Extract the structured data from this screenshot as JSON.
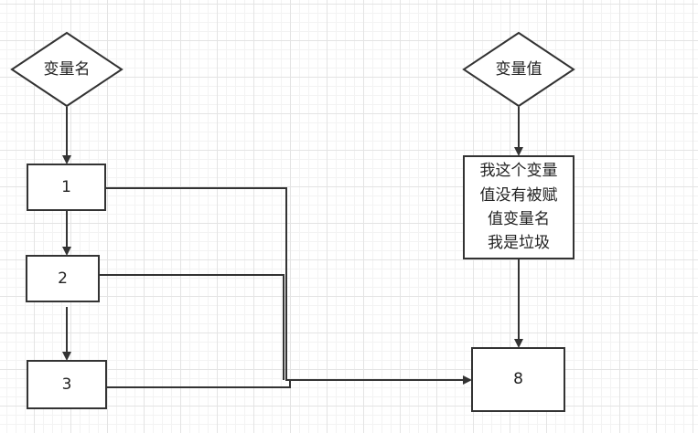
{
  "nodes": {
    "var_name": "变量名",
    "var_value": "变量值",
    "box1": "1",
    "box2": "2",
    "box3": "3",
    "box8": "8",
    "garbage": "我这个变量\n值没有被赋\n值变量名\n我是垃圾"
  },
  "colors": {
    "stroke": "#333333",
    "fill": "#ffffff",
    "grid": "#e4e4e4"
  }
}
